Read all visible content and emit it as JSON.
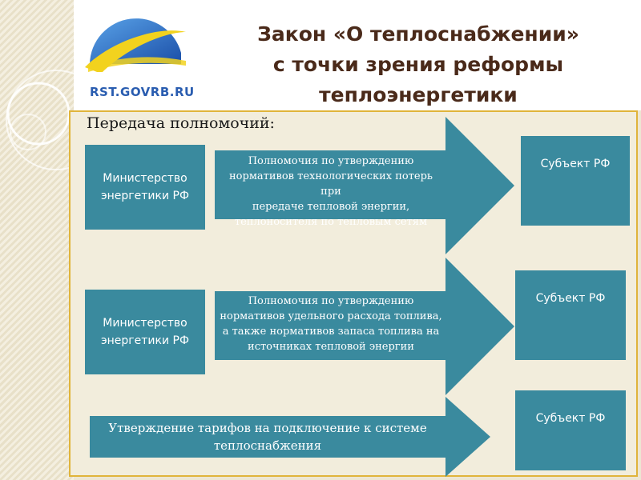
{
  "header": {
    "logo_text": "RST.GOVRB.RU",
    "title_lines": [
      "Закон «О теплоснабжении»",
      "с точки зрения реформы",
      "теплоэнергетики"
    ]
  },
  "section": {
    "heading": "Передача полномочий:"
  },
  "rows": [
    {
      "source": [
        "Министерство",
        "энергетики РФ"
      ],
      "arrow": [
        "Полномочия по утверждению",
        "нормативов технологических потерь при",
        "передаче тепловой энергии,",
        "теплоносителя по тепловым сетям"
      ],
      "target": "Субъект  РФ"
    },
    {
      "source": [
        "Министерство",
        "энергетики РФ"
      ],
      "arrow": [
        "Полномочия по утверждению",
        "нормативов  удельного расхода топлива,",
        "а также  нормативов запаса топлива на",
        "источниках тепловой энергии"
      ],
      "target": "Субъект  РФ"
    },
    {
      "arrow": [
        "Утверждение тарифов на подключение к системе",
        "теплоснабжения"
      ],
      "target": "Субъект  РФ"
    }
  ],
  "colors": {
    "box_fill": "#3a8a9e",
    "frame": "#e0b43a",
    "title": "#4a2a1a",
    "logo_blue": "#2a5db0",
    "logo_yellow": "#f2d21e"
  }
}
